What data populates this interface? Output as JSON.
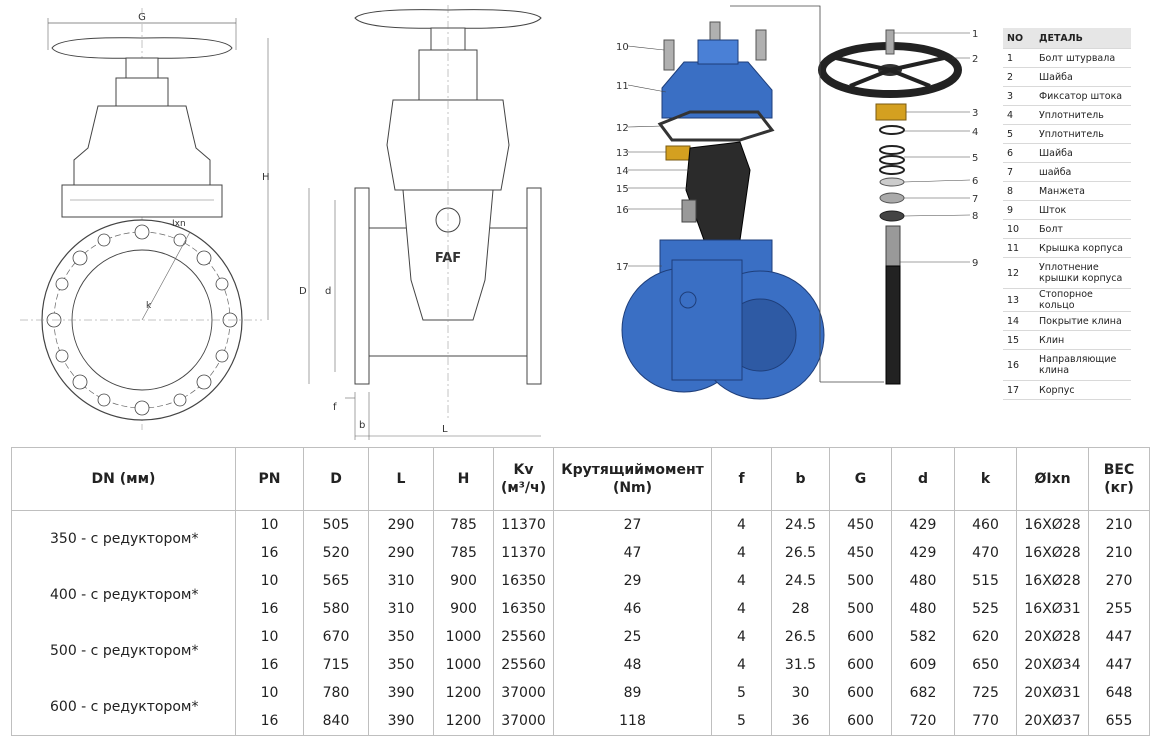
{
  "drawing": {
    "dim_G": "G",
    "dim_H": "H",
    "dim_D": "D",
    "dim_d": "d",
    "dim_f": "f",
    "dim_b": "b",
    "dim_L": "L",
    "dim_k": "k",
    "dim_lxn": "Ixn",
    "logo_text": "FAF",
    "callouts": [
      "1",
      "2",
      "3",
      "4",
      "5",
      "6",
      "7",
      "8",
      "9",
      "10",
      "11",
      "12",
      "13",
      "14",
      "15",
      "16",
      "17"
    ]
  },
  "parts_table": {
    "header_no": "NO",
    "header_part": "ДЕТАЛЬ",
    "rows": [
      {
        "no": "1",
        "name": "Болт штурвала"
      },
      {
        "no": "2",
        "name": "Шайба"
      },
      {
        "no": "3",
        "name": "Фиксатор штока"
      },
      {
        "no": "4",
        "name": "Уплотнитель"
      },
      {
        "no": "5",
        "name": "Уплотнитель"
      },
      {
        "no": "6",
        "name": "Шайба"
      },
      {
        "no": "7",
        "name": "шайба"
      },
      {
        "no": "8",
        "name": "Манжета"
      },
      {
        "no": "9",
        "name": "Шток"
      },
      {
        "no": "10",
        "name": "Болт"
      },
      {
        "no": "11",
        "name": "Крышка корпуса"
      },
      {
        "no": "12",
        "name": "Уплотнение крышки корпуса"
      },
      {
        "no": "13",
        "name": "Стопорное кольцо"
      },
      {
        "no": "14",
        "name": "Покрытие клина"
      },
      {
        "no": "15",
        "name": "Клин"
      },
      {
        "no": "16",
        "name": "Направляющие клина"
      },
      {
        "no": "17",
        "name": "Корпус"
      }
    ]
  },
  "spec_table": {
    "headers": {
      "dn": "DN (мм)",
      "pn": "PN",
      "D": "D",
      "L": "L",
      "H": "H",
      "kv_1": "Kv",
      "kv_2": "(м³/ч)",
      "torque_1": "Крутящиймомент",
      "torque_2": "(Nm)",
      "f": "f",
      "b": "b",
      "G": "G",
      "d": "d",
      "k": "k",
      "holes": "ØIxn",
      "weight_1": "ВЕС",
      "weight_2": "(кг)"
    },
    "groups": [
      {
        "dn": "350 - с редуктором*",
        "rows": [
          {
            "pn": "10",
            "D": "505",
            "L": "290",
            "H": "785",
            "kv": "11370",
            "torque": "27",
            "f": "4",
            "b": "24.5",
            "G": "450",
            "d": "429",
            "k": "460",
            "holes": "16XØ28",
            "weight": "210"
          },
          {
            "pn": "16",
            "D": "520",
            "L": "290",
            "H": "785",
            "kv": "11370",
            "torque": "47",
            "f": "4",
            "b": "26.5",
            "G": "450",
            "d": "429",
            "k": "470",
            "holes": "16XØ28",
            "weight": "210"
          }
        ]
      },
      {
        "dn": "400 - с редуктором*",
        "rows": [
          {
            "pn": "10",
            "D": "565",
            "L": "310",
            "H": "900",
            "kv": "16350",
            "torque": "29",
            "f": "4",
            "b": "24.5",
            "G": "500",
            "d": "480",
            "k": "515",
            "holes": "16XØ28",
            "weight": "270"
          },
          {
            "pn": "16",
            "D": "580",
            "L": "310",
            "H": "900",
            "kv": "16350",
            "torque": "46",
            "f": "4",
            "b": "28",
            "G": "500",
            "d": "480",
            "k": "525",
            "holes": "16XØ31",
            "weight": "255"
          }
        ]
      },
      {
        "dn": "500 - с редуктором*",
        "rows": [
          {
            "pn": "10",
            "D": "670",
            "L": "350",
            "H": "1000",
            "kv": "25560",
            "torque": "25",
            "f": "4",
            "b": "26.5",
            "G": "600",
            "d": "582",
            "k": "620",
            "holes": "20XØ28",
            "weight": "447"
          },
          {
            "pn": "16",
            "D": "715",
            "L": "350",
            "H": "1000",
            "kv": "25560",
            "torque": "48",
            "f": "4",
            "b": "31.5",
            "G": "600",
            "d": "609",
            "k": "650",
            "holes": "20XØ34",
            "weight": "447"
          }
        ]
      },
      {
        "dn": "600 - с редуктором*",
        "rows": [
          {
            "pn": "10",
            "D": "780",
            "L": "390",
            "H": "1200",
            "kv": "37000",
            "torque": "89",
            "f": "5",
            "b": "30",
            "G": "600",
            "d": "682",
            "k": "725",
            "holes": "20XØ31",
            "weight": "648"
          },
          {
            "pn": "16",
            "D": "840",
            "L": "390",
            "H": "1200",
            "kv": "37000",
            "torque": "118",
            "f": "5",
            "b": "36",
            "G": "600",
            "d": "720",
            "k": "770",
            "holes": "20XØ37",
            "weight": "655"
          }
        ]
      }
    ]
  }
}
